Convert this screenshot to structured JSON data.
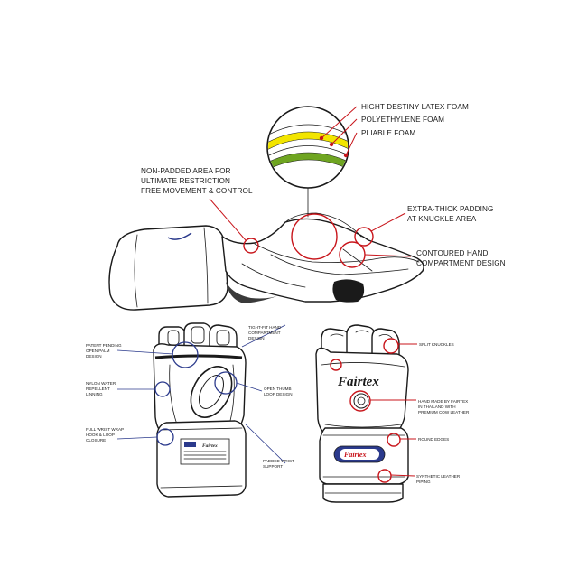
{
  "colors": {
    "callout_red": "#c8151b",
    "callout_blue": "#2b3a8c",
    "latex_foam_yellow": "#f2e500",
    "polyethylene_foam_green": "#6fa521",
    "outline": "#1a1a1a"
  },
  "top_labels": {
    "latex": "HIGHT DESTINY LATEX FOAM",
    "polyethylene": "POLYETHYLENE FOAM",
    "pliable": "PLIABLE FOAM",
    "non_padded": [
      "NON-PADDED AREA FOR",
      "ULTIMATE RESTRICTION",
      "FREE MOVEMENT & CONTROL"
    ],
    "knuckle": [
      "EXTRA-THICK PADDING",
      "AT KNUCKLE AREA"
    ],
    "contoured": [
      "CONTOURED HAND",
      "COMPARTMENT DESIGN"
    ]
  },
  "palm_labels": {
    "open_palm": [
      "PATENT PENDING",
      "OPEN PALM",
      "DESIGN"
    ],
    "nylon": [
      "NYLON WATER",
      "REPELLENT",
      "LINNING"
    ],
    "wrist_wrap": [
      "FULL WRIST WRAP",
      "HOOK & LOOP",
      "CLOSURE"
    ],
    "tight_fit": [
      "TIGHT-FIT HAND",
      "COMPARTMENT",
      "DESIGN"
    ],
    "thumb_loop": [
      "OPEN THUMB",
      "LOOP DESIGN"
    ],
    "padded_wrist": [
      "PADDED WRIST",
      "SUPPORT"
    ]
  },
  "back_labels": {
    "split": "SPLIT KNUCKLES",
    "handmade": [
      "HAND MADE BY FAIRTEX",
      "IN THAILAND WITH",
      "PREMIUM COW LEATHER"
    ],
    "round": "ROUND EDGES",
    "synthetic": [
      "SYNTHETIC LEATHER",
      "PIPING"
    ]
  },
  "brand": {
    "name": "Fairtex"
  }
}
